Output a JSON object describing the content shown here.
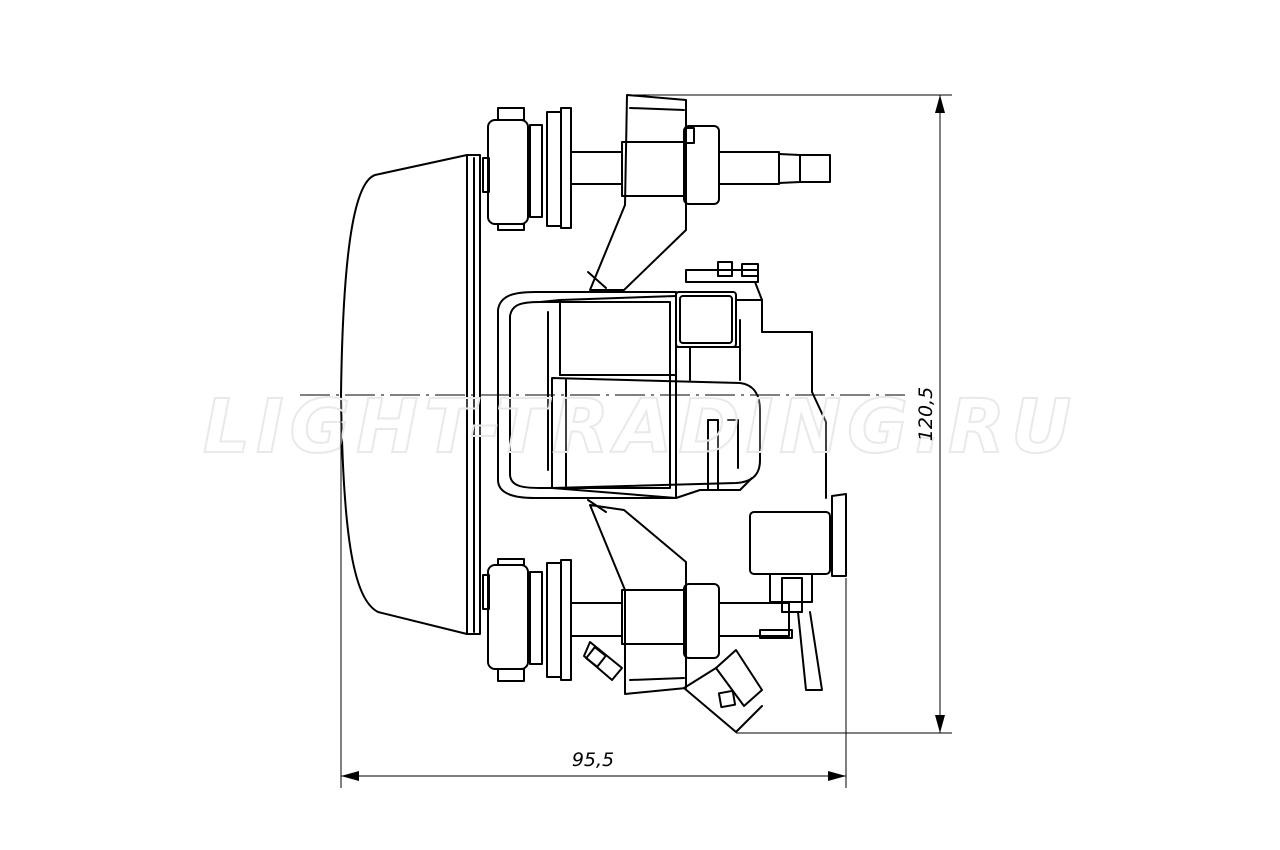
{
  "dimensions": {
    "width_label": "95,5",
    "height_label": "120,5"
  },
  "watermark": {
    "text": "LIGHT-TRADING.RU"
  }
}
